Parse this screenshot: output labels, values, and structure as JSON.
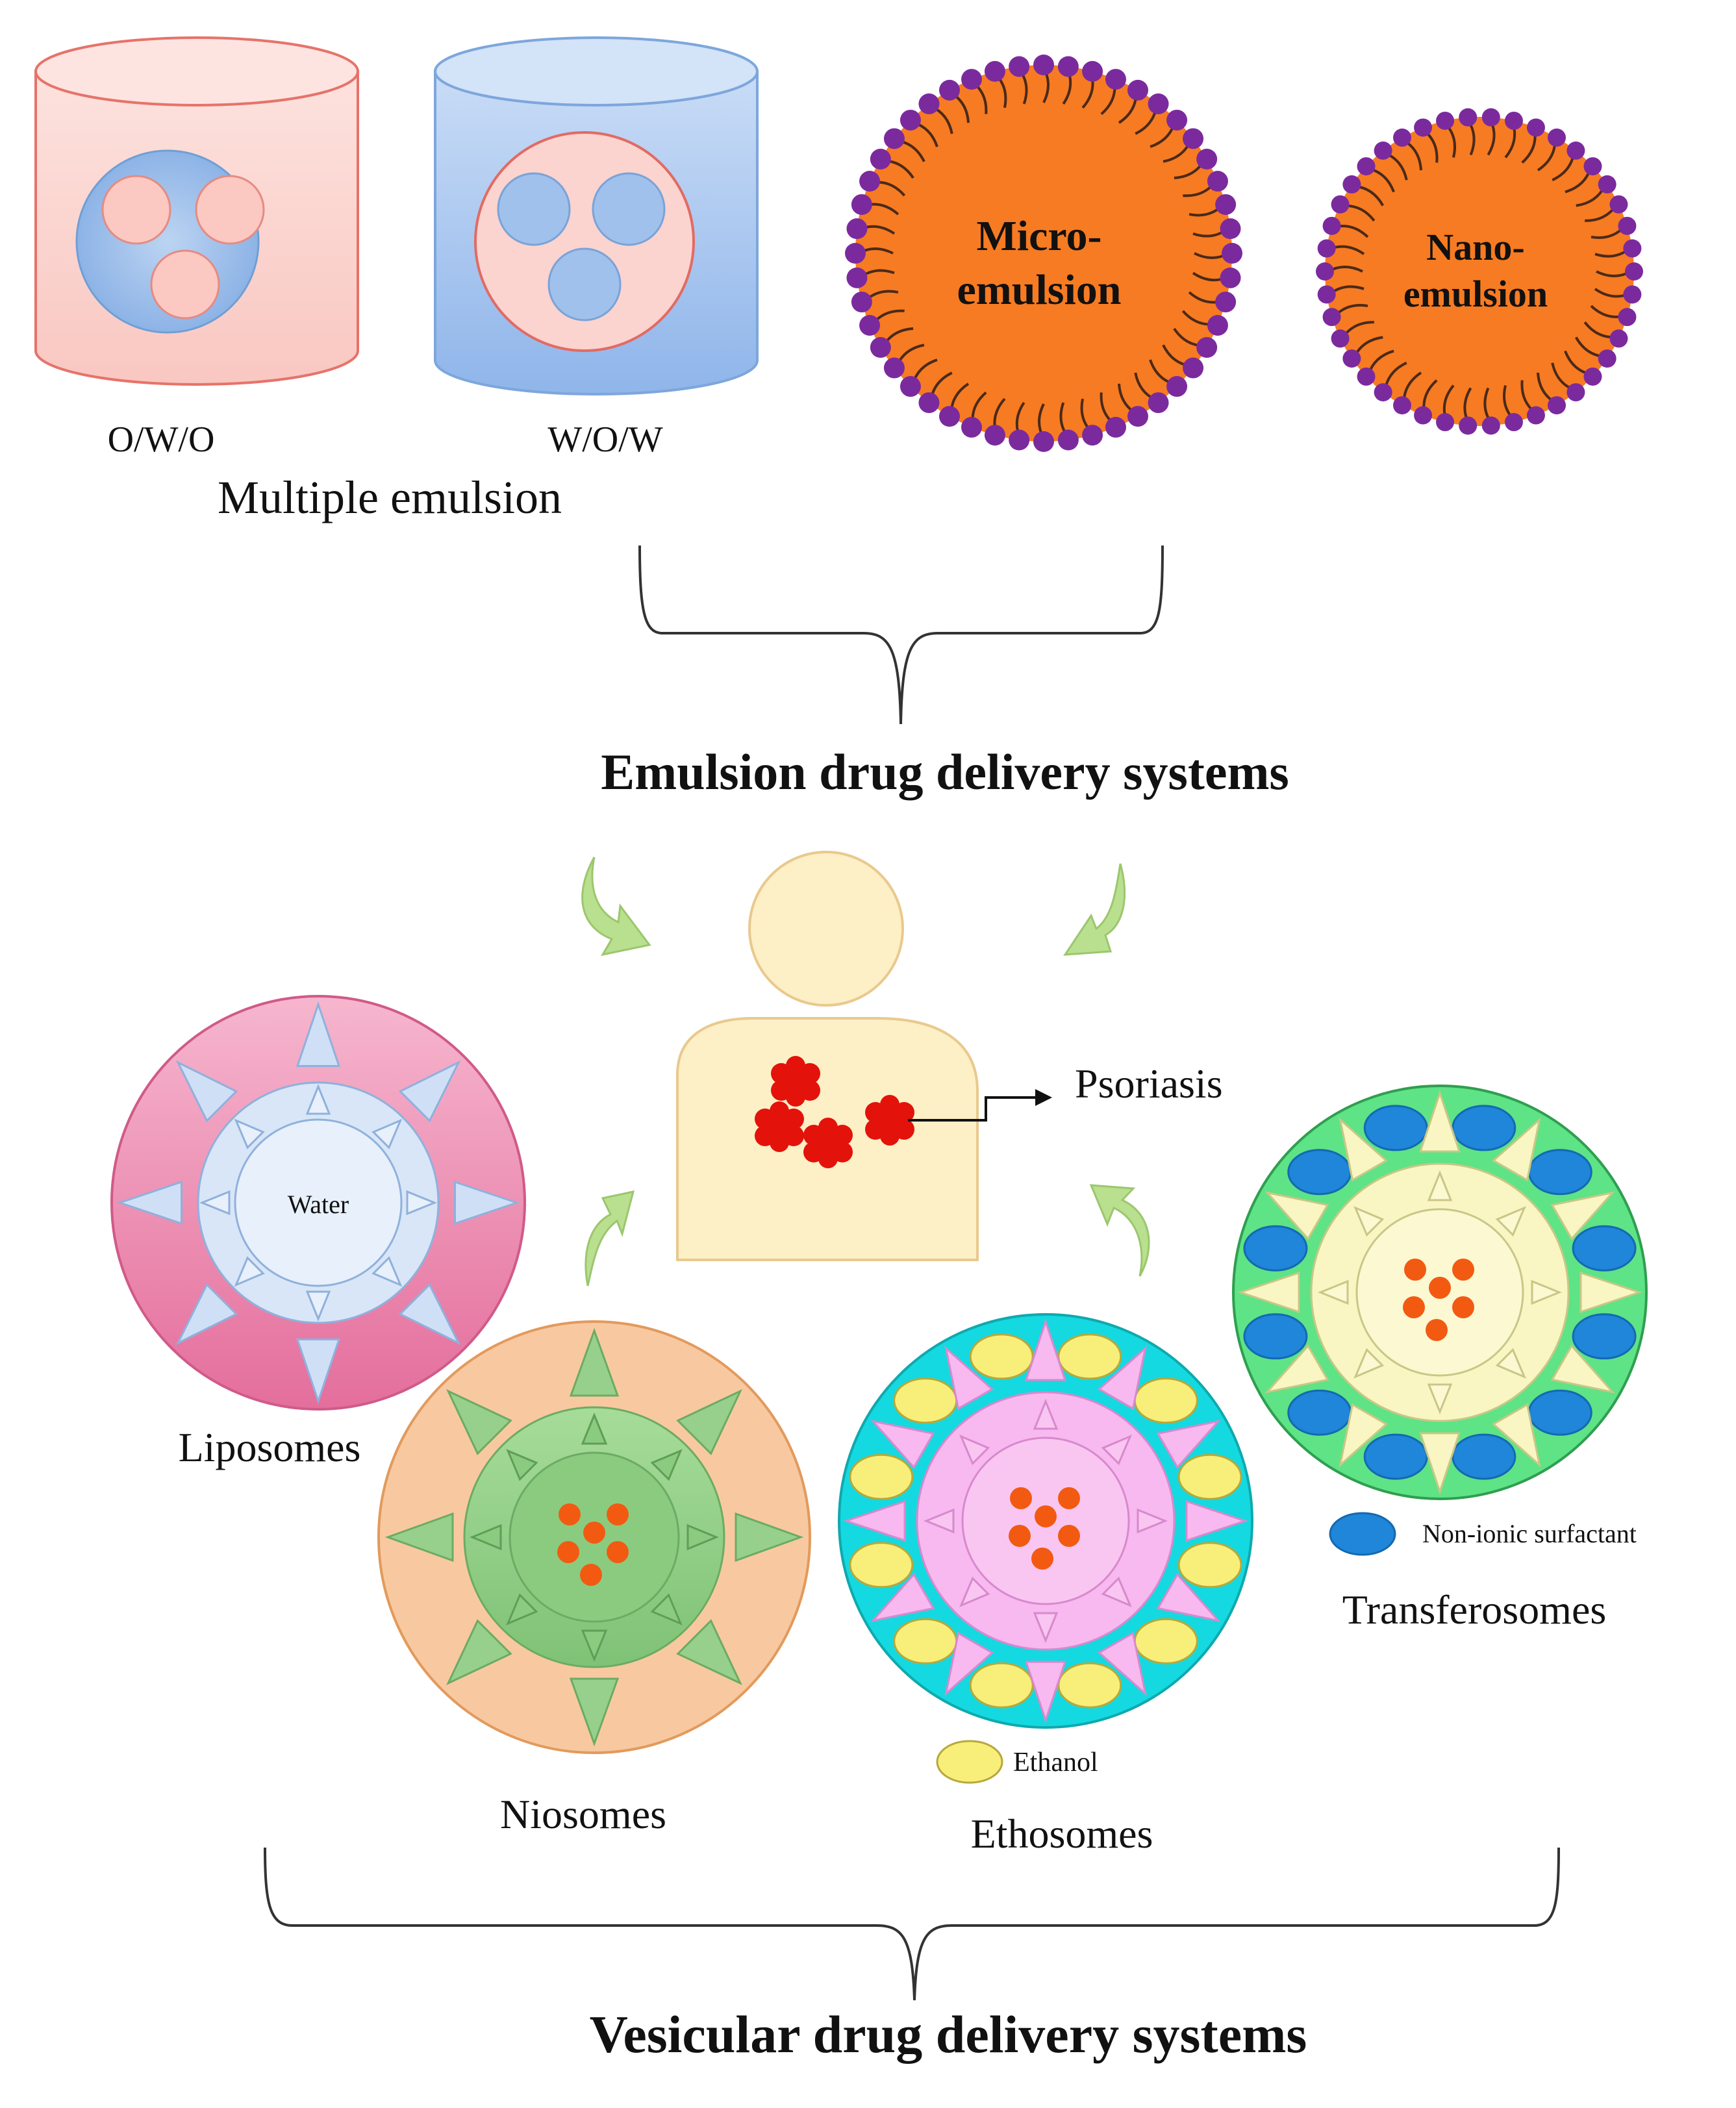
{
  "multiple_emulsion": {
    "owo_label": "O/W/O",
    "wow_label": "W/O/W",
    "group_label": "Multiple emulsion"
  },
  "microemulsion": {
    "line1": "Micro-",
    "line2": "emulsion"
  },
  "nanoemulsion": {
    "line1": "Nano-",
    "line2": "emulsion"
  },
  "emulsion_systems_label": "Emulsion drug delivery systems",
  "patient": {
    "condition_label": "Psoriasis"
  },
  "liposomes": {
    "label": "Liposomes",
    "core_label": "Water"
  },
  "niosomes": {
    "label": "Niosomes"
  },
  "ethosomes": {
    "label": "Ethosomes",
    "legend_label": "Ethanol"
  },
  "transferosomes": {
    "label": "Transferosomes",
    "legend_label": "Non-ionic surfactant"
  },
  "vesicular_systems_label": "Vesicular drug delivery systems",
  "colors": {
    "oil_pink": "#fbd3cf",
    "water_blue": "#a9c8ee",
    "micro_orange": "#f77b22",
    "head_purple": "#7b2a9e",
    "drug_orange": "#f25a12",
    "lesion_red": "#e3120b",
    "arrow_green": "#b9e08e",
    "liposome_pink": "#e87fa8",
    "niosome_peach": "#f8c9a0",
    "niosome_green": "#97d08c",
    "ethosome_cyan": "#14d9e0",
    "ethosome_pink": "#f7b9ef",
    "ethanol_yellow": "#f8ef7a",
    "transfer_green": "#5ee386",
    "transfer_cream": "#f9f6c4",
    "surfactant_blue": "#1f86d9",
    "body_cream": "#fdefc6"
  }
}
